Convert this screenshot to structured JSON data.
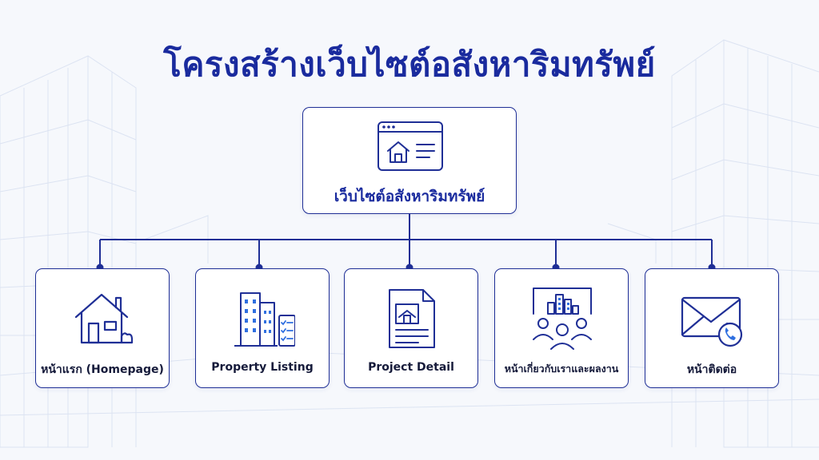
{
  "title": "โครงสร้างเว็บไซต์อสังหาริมทรัพย์",
  "root": {
    "label": "เว็บไซต์อสังหาริมทรัพย์",
    "icon": "browser-home-icon"
  },
  "children": [
    {
      "label": "หน้าแรก (Homepage)",
      "icon": "house-icon"
    },
    {
      "label": "Property Listing",
      "icon": "buildings-checklist-icon"
    },
    {
      "label": "Project Detail",
      "icon": "document-image-icon"
    },
    {
      "label": "หน้าเกี่ยวกับเราและผลงาน",
      "icon": "team-city-icon"
    },
    {
      "label": "หน้าติดต่อ",
      "icon": "envelope-phone-icon"
    }
  ],
  "colors": {
    "primary": "#1f2f96",
    "title": "#1a2b9e",
    "accent": "#2f6fe0",
    "background": "#f6f8fc"
  }
}
